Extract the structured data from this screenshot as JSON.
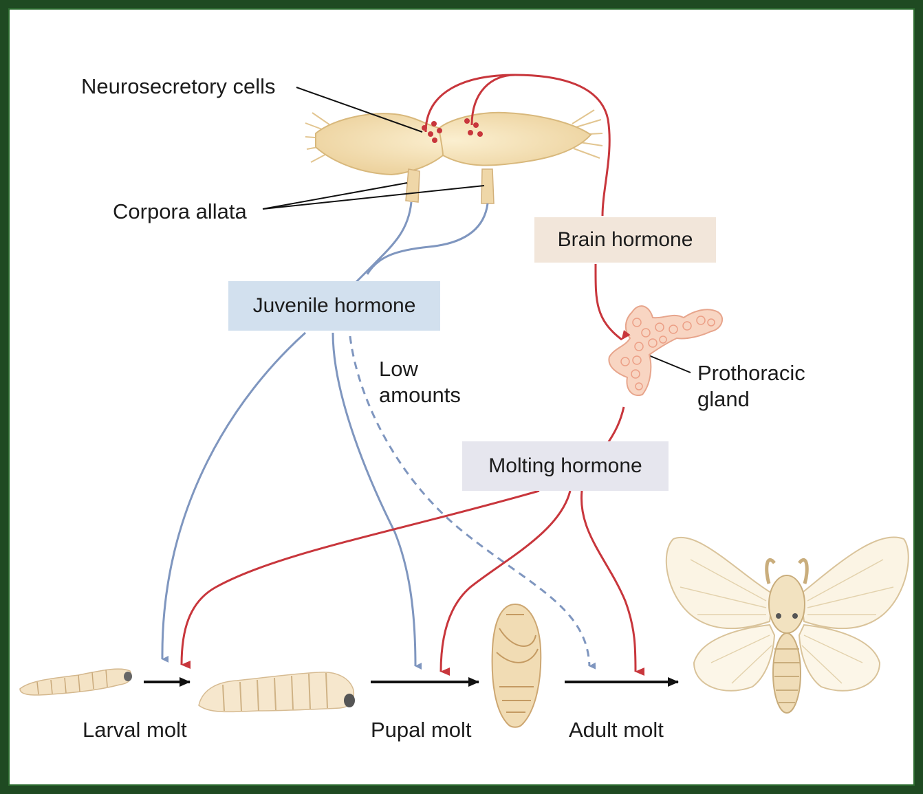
{
  "labels": {
    "neurosecretory_cells": "Neurosecretory cells",
    "corpora_allata": "Corpora allata",
    "brain_hormone": "Brain hormone",
    "juvenile_hormone": "Juvenile hormone",
    "low_amounts_line1": "Low",
    "low_amounts_line2": "amounts",
    "prothoracic_gland_line1": "Prothoracic",
    "prothoracic_gland_line2": "gland",
    "molting_hormone": "Molting hormone",
    "larval_molt": "Larval molt",
    "pupal_molt": "Pupal molt",
    "adult_molt": "Adult molt"
  },
  "colors": {
    "border": "#2b6a2e",
    "juvenile_arrow": "#7f96bf",
    "hormone_arrow": "#c8363c",
    "stage_arrow": "#111111",
    "tissue": "#f3dcae"
  }
}
